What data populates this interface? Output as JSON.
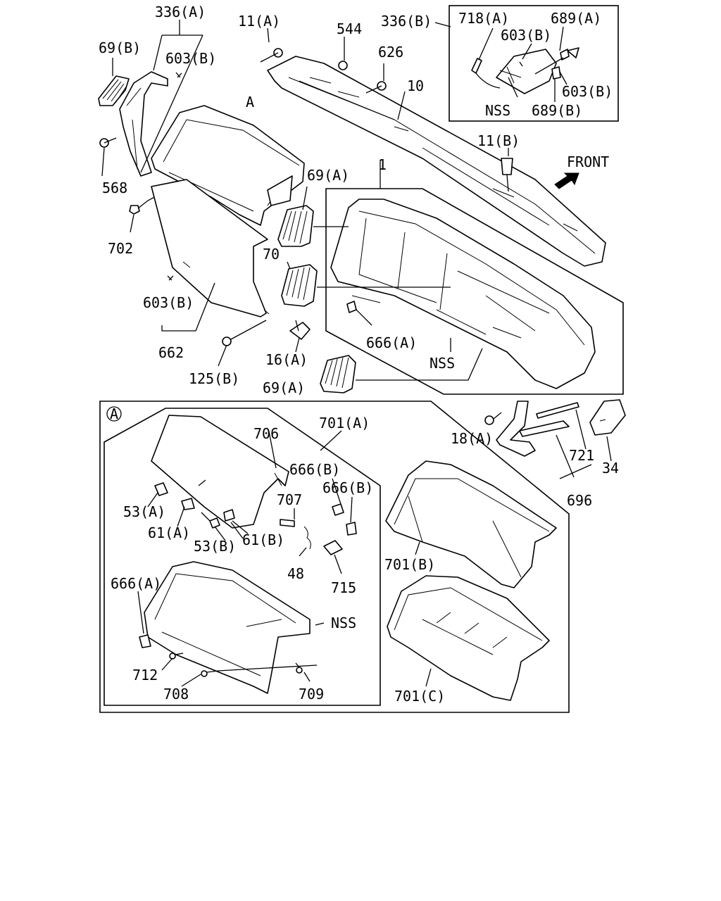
{
  "direction": {
    "label": "FRONT",
    "icon": "front-arrow-icon"
  },
  "section_marker": "A",
  "labels": {
    "p336a": "336(A)",
    "p69b": "69(B)",
    "p603b_1": "603(B)",
    "p568": "568",
    "p702": "702",
    "p603b_2": "603(B)",
    "p662": "662",
    "p125b": "125(B)",
    "p16a": "16(A)",
    "p11a": "11(A)",
    "p544": "544",
    "p336b": "336(B)",
    "p626": "626",
    "p10": "10",
    "p11b": "11(B)",
    "p1": "1",
    "p69a_1": "69(A)",
    "p70": "70",
    "p666a_1": "666(A)",
    "nss_1": "NSS",
    "p69a_2": "69(A)",
    "p718a": "718(A)",
    "p689a": "689(A)",
    "p603b_3": "603(B)",
    "p603b_4": "603(B)",
    "nss_2": "NSS",
    "p689b": "689(B)",
    "p18a": "18(A)",
    "p721": "721",
    "p34": "34",
    "p696": "696",
    "p701a": "701(A)",
    "p706": "706",
    "p666b_1": "666(B)",
    "p666b_2": "666(B)",
    "p53a": "53(A)",
    "p707": "707",
    "p61a": "61(A)",
    "p53b": "53(B)",
    "p61b": "61(B)",
    "p48": "48",
    "p715": "715",
    "p666a_2": "666(A)",
    "nss_3": "NSS",
    "p712": "712",
    "p708": "708",
    "p709": "709",
    "p701b": "701(B)",
    "p701c": "701(C)"
  }
}
